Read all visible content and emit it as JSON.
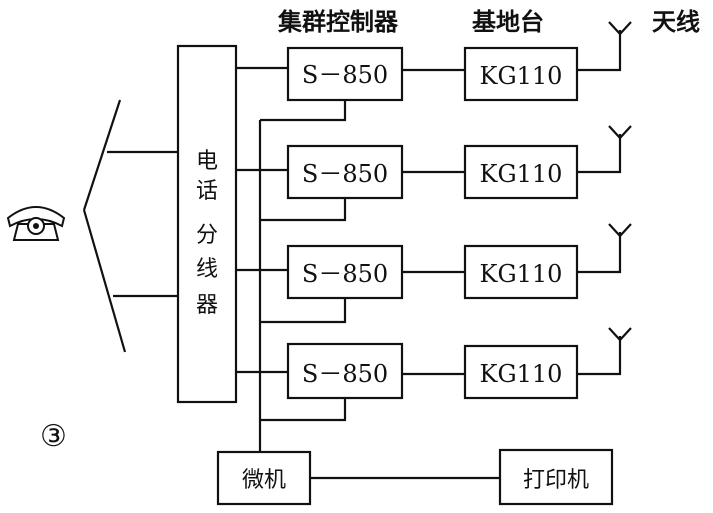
{
  "headers": {
    "controller": "集群控制器",
    "base_station": "基地台",
    "antenna": "天线"
  },
  "splitter": {
    "label_chars": [
      "电",
      "话",
      "分",
      "线",
      "器"
    ]
  },
  "controllers": [
    {
      "label": "S－850"
    },
    {
      "label": "S－850"
    },
    {
      "label": "S－850"
    },
    {
      "label": "S－850"
    }
  ],
  "base_stations": [
    {
      "label": "KG110"
    },
    {
      "label": "KG110"
    },
    {
      "label": "KG110"
    },
    {
      "label": "KG110"
    }
  ],
  "computer": {
    "label": "微机"
  },
  "printer": {
    "label": "打印机"
  },
  "figure_number": "③",
  "icons": {
    "telephone": "telephone-icon",
    "antenna": "antenna-icon"
  }
}
